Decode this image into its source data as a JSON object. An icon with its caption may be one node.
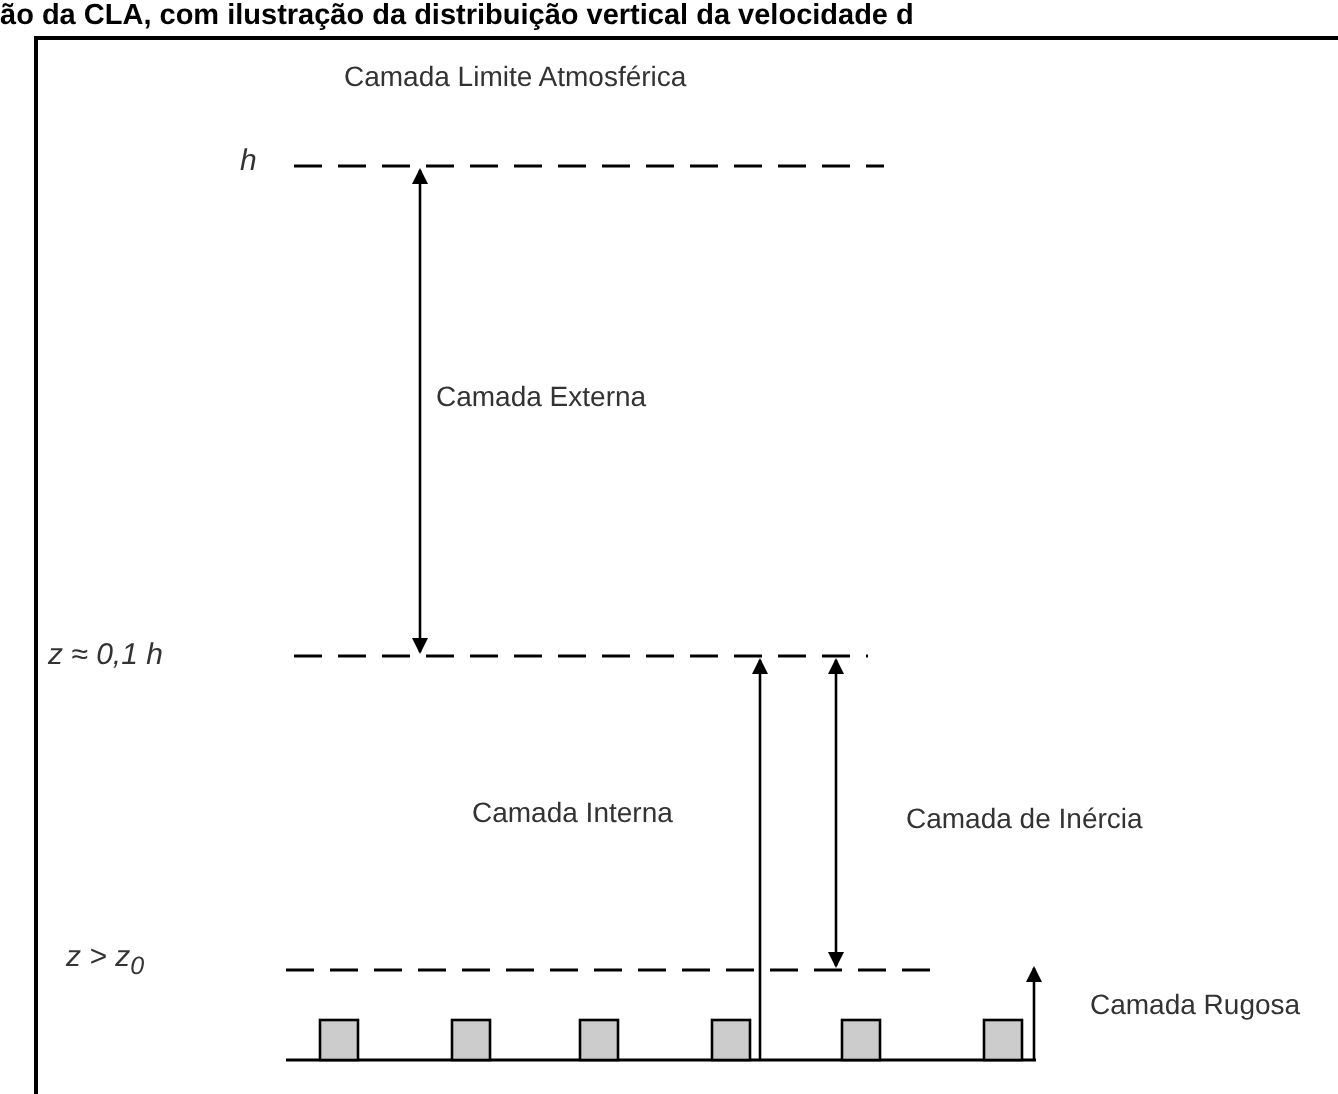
{
  "diagram": {
    "title": "ão da CLA, com ilustração da distribuição vertical da velocidade d",
    "labels": [
      "Camada Limite Atmosférica",
      "h",
      "Camada Externa",
      "z ≈ 0,1 h",
      "Camada Interna",
      "Camada de Inércia",
      "z > z$_{0}$",
      "Camada Rugosa"
    ]
  }
}
